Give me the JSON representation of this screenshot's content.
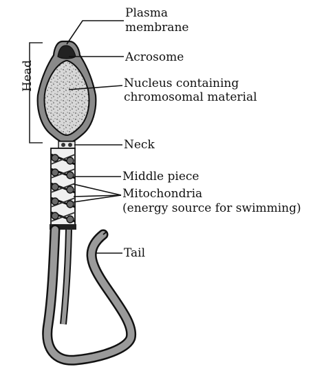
{
  "labels": {
    "plasma_line1": "Plasma",
    "plasma_line2": "membrane",
    "acrosome": "Acrosome",
    "nucleus_line1": "Nucleus containing",
    "nucleus_line2": "chromosomal material",
    "head": "Head",
    "neck": "Neck",
    "middle_piece": "Middle piece",
    "mito_line1": "Mitochondria",
    "mito_line2": "(energy source for swimming)",
    "tail": "Tail"
  }
}
